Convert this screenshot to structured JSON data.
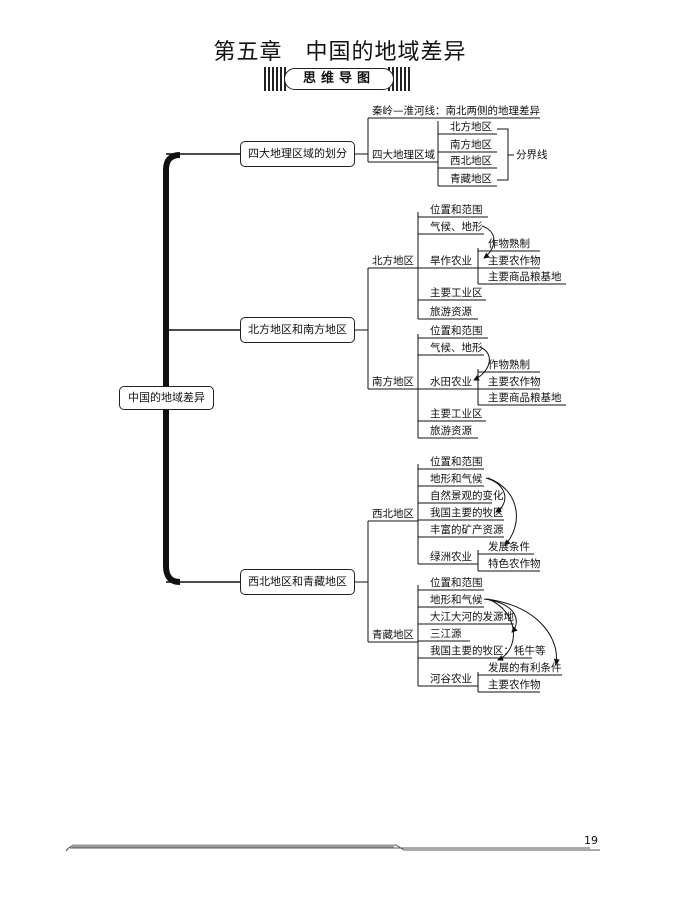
{
  "title": "第五章　中国的地域差异",
  "badge": "思维导图",
  "page_number": "19",
  "root": "中国的地域差异",
  "section1": {
    "title": "四大地理区域的划分",
    "qinling": "秦岭—淮河线：南北两侧的地理差异",
    "four_regions": "四大地理区域",
    "regions": [
      "北方地区",
      "南方地区",
      "西北地区",
      "青藏地区"
    ],
    "boundary": "分界线"
  },
  "section2": {
    "title": "北方地区和南方地区",
    "north": {
      "name": "北方地区",
      "items": [
        "位置和范围",
        "气候、地形",
        "旱作农业",
        "主要工业区",
        "旅游资源"
      ],
      "agri_sub": [
        "作物熟制",
        "主要农作物",
        "主要商品粮基地"
      ]
    },
    "south": {
      "name": "南方地区",
      "items": [
        "位置和范围",
        "气候、地形",
        "水田农业",
        "主要工业区",
        "旅游资源"
      ],
      "agri_sub": [
        "作物熟制",
        "主要农作物",
        "主要商品粮基地"
      ]
    }
  },
  "section3": {
    "title": "西北地区和青藏地区",
    "northwest": {
      "name": "西北地区",
      "items": [
        "位置和范围",
        "地形和气候",
        "自然景观的变化",
        "我国主要的牧区",
        "丰富的矿产资源",
        "绿洲农业"
      ],
      "agri_sub": [
        "发展条件",
        "特色农作物"
      ]
    },
    "qinghai_tibet": {
      "name": "青藏地区",
      "items": [
        "位置和范围",
        "地形和气候",
        "大江大河的发源地",
        "三江源",
        "我国主要的牧区：牦牛等",
        "河谷农业"
      ],
      "agri_sub": [
        "发展的有利条件",
        "主要农作物"
      ]
    }
  }
}
